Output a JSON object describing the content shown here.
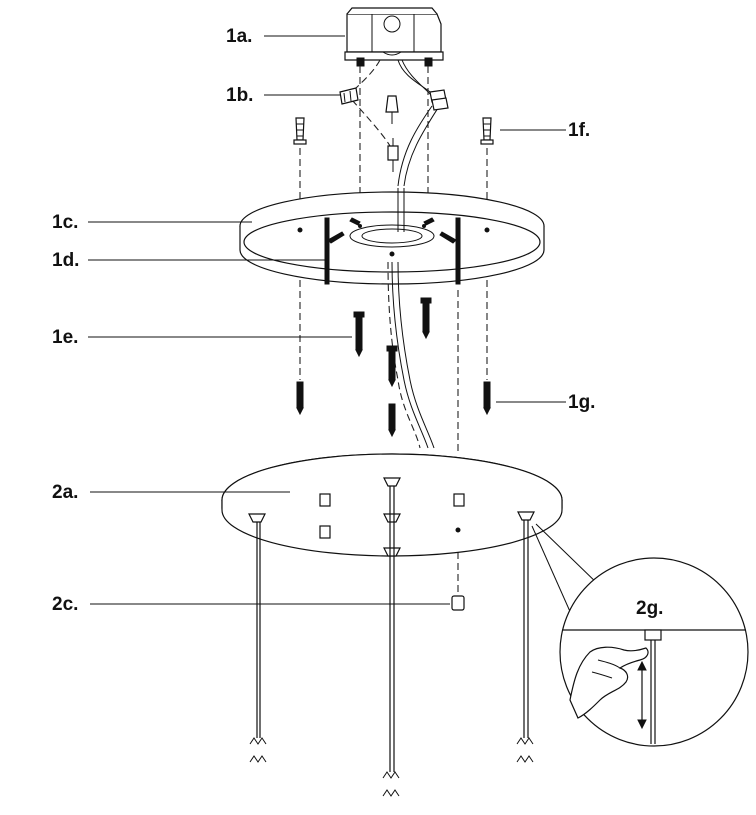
{
  "labels": {
    "mounting_box": "1a.",
    "wire_nuts": "1b.",
    "mounting_plate": "1c.",
    "plate_studs": "1d.",
    "plate_screws": "1e.",
    "anchors": "1f.",
    "anchor_screws": "1g.",
    "canopy": "2a.",
    "cap_nut": "2c.",
    "cable_grip_detail": "2g."
  }
}
